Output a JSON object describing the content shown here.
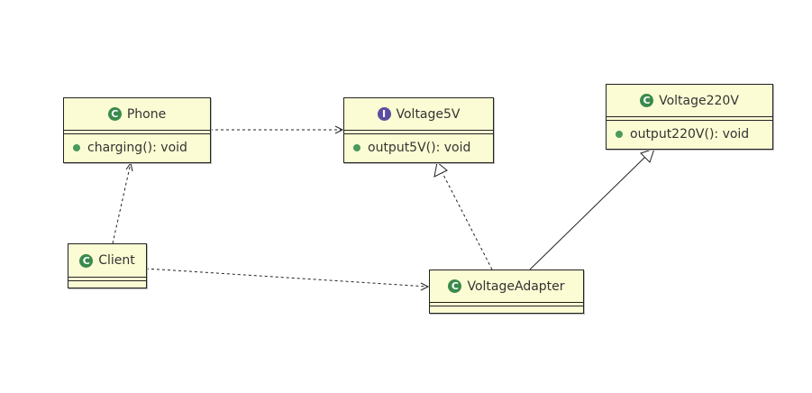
{
  "classes": {
    "phone": {
      "name": "Phone",
      "kind": "class",
      "icon": "C",
      "method": "charging(): void"
    },
    "voltage5v": {
      "name": "Voltage5V",
      "kind": "interface",
      "icon": "I",
      "method": "output5V(): void"
    },
    "voltage220v": {
      "name": "Voltage220V",
      "kind": "class",
      "icon": "C",
      "method": "output220V(): void"
    },
    "client": {
      "name": "Client",
      "kind": "class",
      "icon": "C"
    },
    "adapter": {
      "name": "VoltageAdapter",
      "kind": "class",
      "icon": "C"
    }
  },
  "relations": [
    {
      "from": "Phone",
      "to": "Voltage5V",
      "type": "dependency"
    },
    {
      "from": "Client",
      "to": "Phone",
      "type": "dependency"
    },
    {
      "from": "Client",
      "to": "VoltageAdapter",
      "type": "dependency"
    },
    {
      "from": "VoltageAdapter",
      "to": "Voltage5V",
      "type": "realization"
    },
    {
      "from": "VoltageAdapter",
      "to": "Voltage220V",
      "type": "generalization"
    }
  ]
}
